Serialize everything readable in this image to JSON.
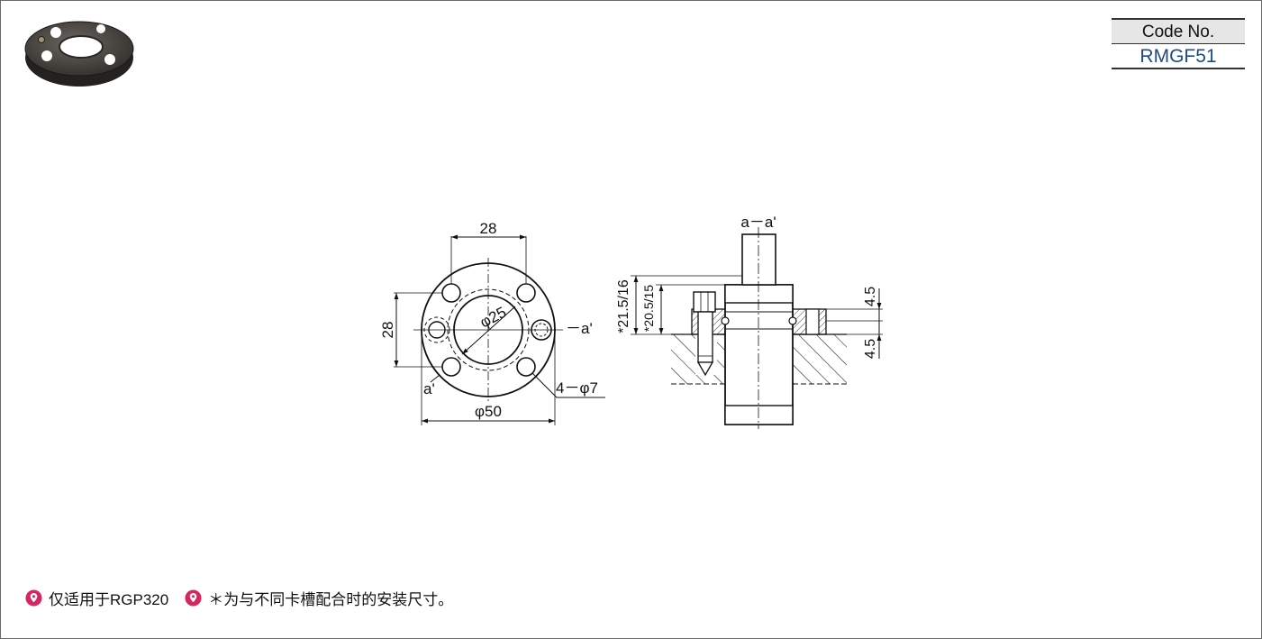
{
  "product": {
    "code_label": "Code No.",
    "code_value": "RMGF51",
    "photo_icon": "mounting-flange-photo"
  },
  "drawing": {
    "front_view": {
      "dim_top": "28",
      "dim_left": "28",
      "dim_inner_dia": "φ25",
      "dim_outer_dia": "φ50",
      "dim_holes": "4－φ7",
      "section_mark_right": "－a'",
      "section_mark_left": "a'"
    },
    "section_view": {
      "title": "a－a'",
      "dim_overall": "*21.5/16",
      "dim_inner": "*20.5/15",
      "dim_upper": "4.5",
      "dim_lower": "4.5"
    }
  },
  "notes": [
    {
      "icon": "pin-marker-icon",
      "text": "仅适用于RGP320"
    },
    {
      "icon": "pin-marker-icon",
      "text": "＊为与不同卡槽配合时的安装尺寸。"
    }
  ],
  "colors": {
    "accent_code": "#1f4a8a",
    "note_marker": "#d6265f",
    "line": "#111111"
  }
}
